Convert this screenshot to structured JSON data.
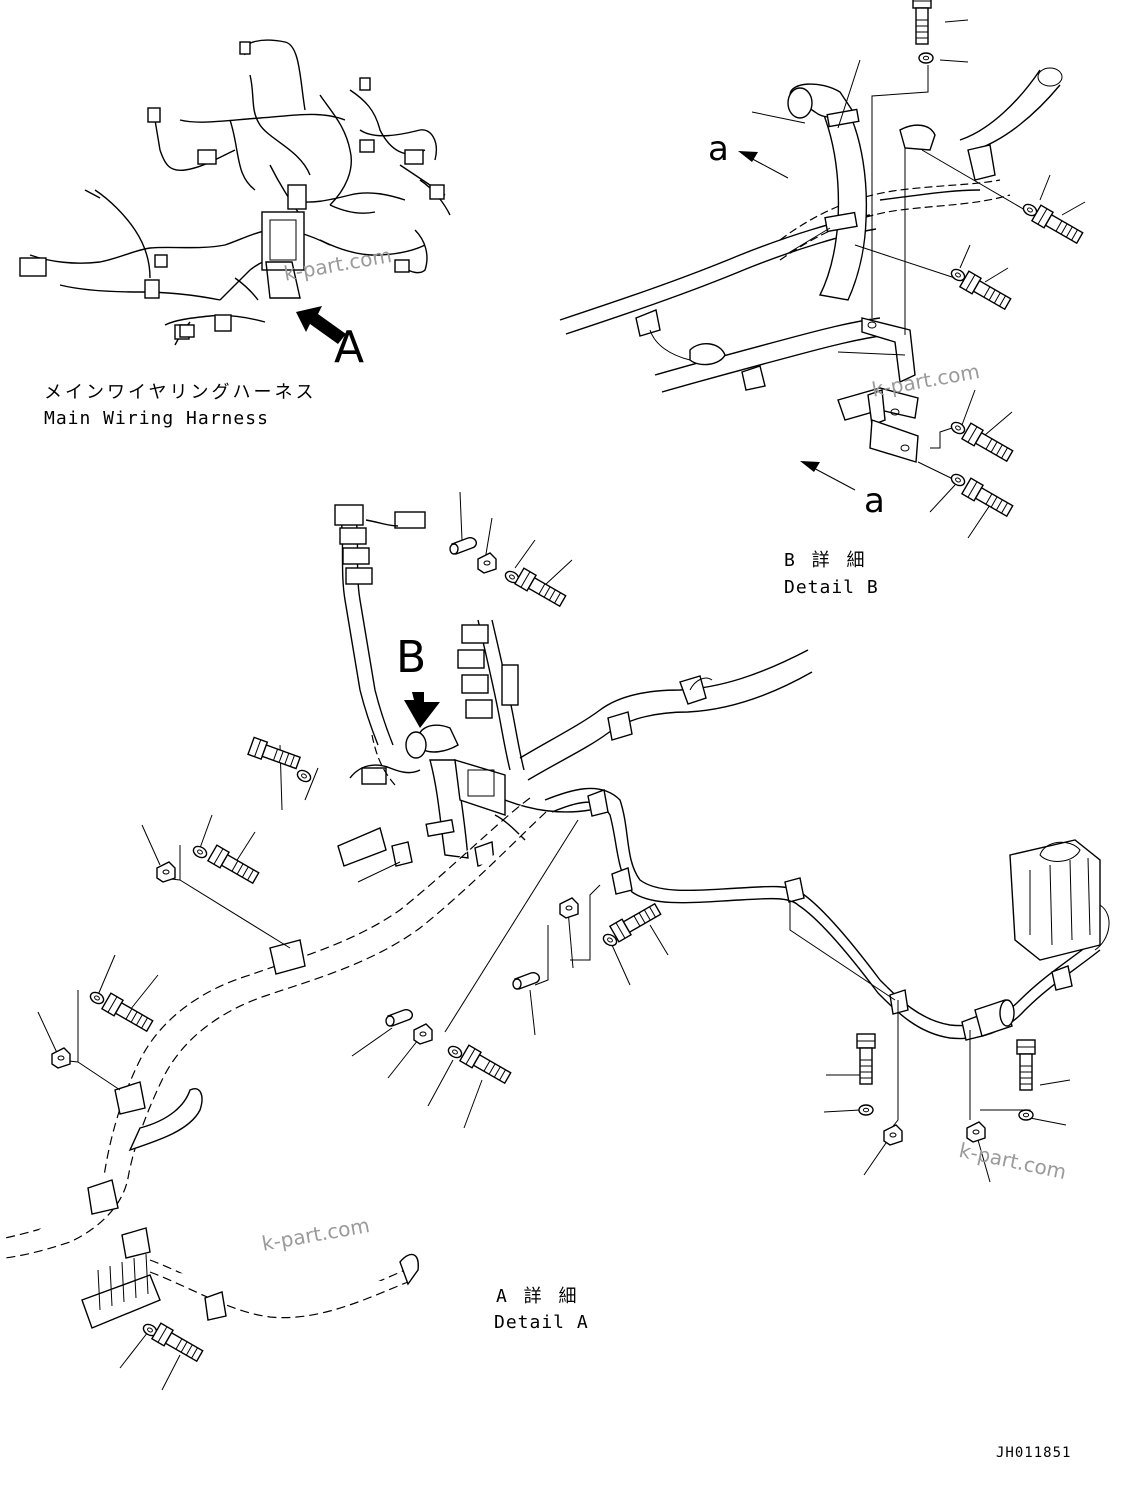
{
  "labels": {
    "overview_caption_jp": "メインワイヤリングハーネス",
    "overview_caption_en": "Main Wiring Harness",
    "detail_b_caption_jp": "B 詳 細",
    "detail_b_caption_en": "Detail B",
    "detail_a_caption_jp": "A 詳 細",
    "detail_a_caption_en": "Detail A",
    "view_marker_a": "A",
    "view_marker_b": "B",
    "direction_marker_top": "a",
    "direction_marker_bottom": "a",
    "drawing_number": "JH011851"
  },
  "watermarks": [
    "k-part.com",
    "k-part.com",
    "k-part.com",
    "k-part.com"
  ],
  "icons": {
    "view_arrow": "bold-arrow-icon",
    "bolt": "bolt-icon",
    "washer": "washer-icon",
    "clamp": "clamp-icon",
    "collar": "collar-icon"
  }
}
